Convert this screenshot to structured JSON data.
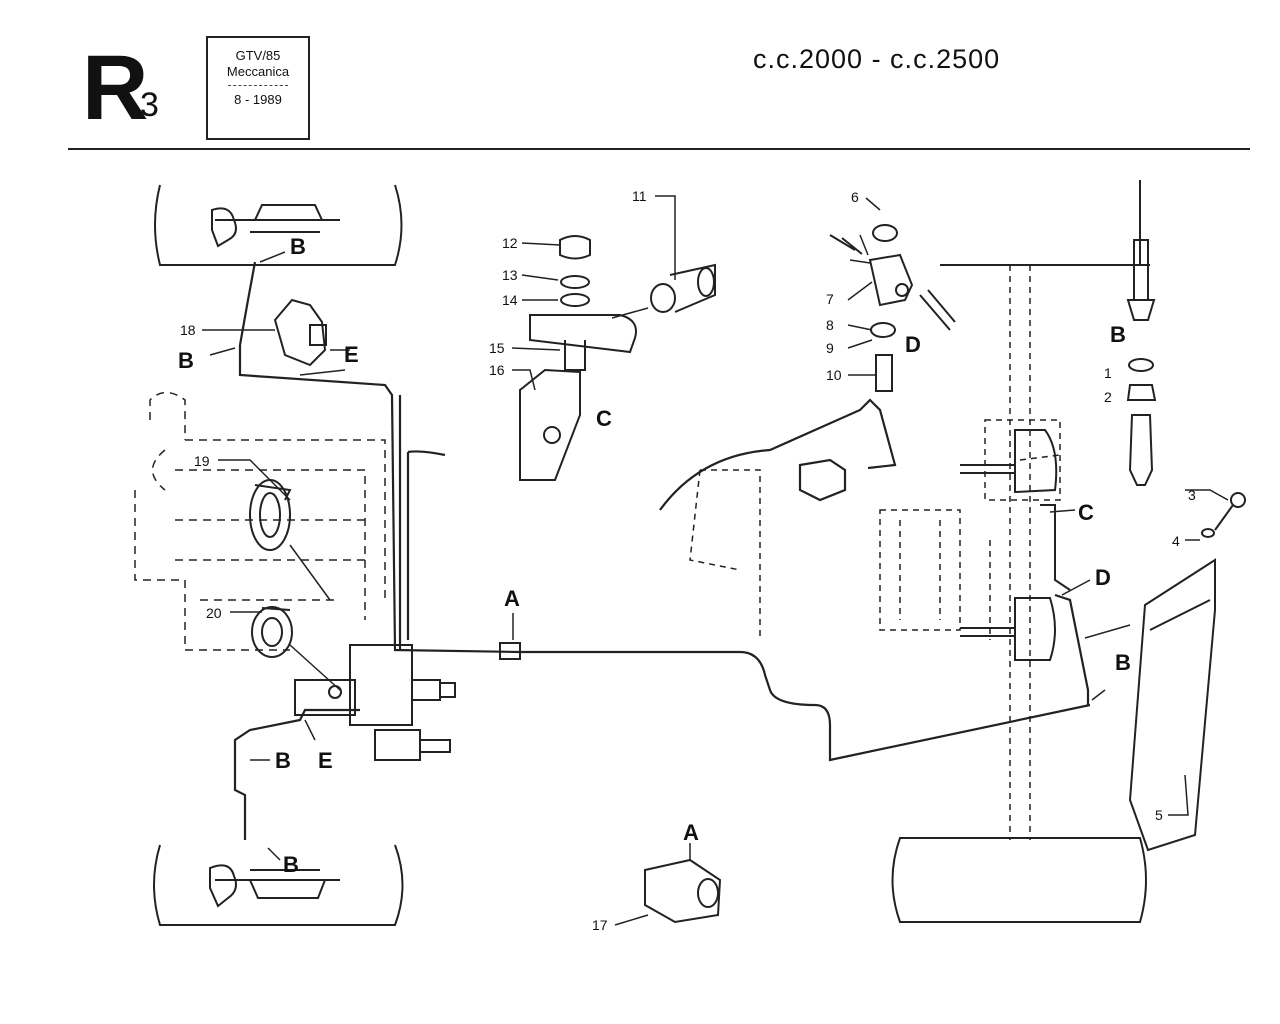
{
  "header": {
    "section_letter": "R",
    "section_number": "3",
    "model": "GTV/85",
    "group": "Meccanica",
    "dash_line": "———",
    "date": "8 - 1989",
    "engine": "c.c.2000 - c.c.2500"
  },
  "callouts": {
    "n1": "1",
    "n2": "2",
    "n3": "3",
    "n4": "4",
    "n5": "5",
    "n6": "6",
    "n7": "7",
    "n8": "8",
    "n9": "9",
    "n10": "10",
    "n11": "11",
    "n12": "12",
    "n13": "13",
    "n14": "14",
    "n15": "15",
    "n16": "16",
    "n17": "17",
    "n18": "18",
    "n19": "19",
    "n20": "20"
  },
  "letters": {
    "A": "A",
    "B": "B",
    "C": "C",
    "D": "D",
    "E": "E"
  }
}
